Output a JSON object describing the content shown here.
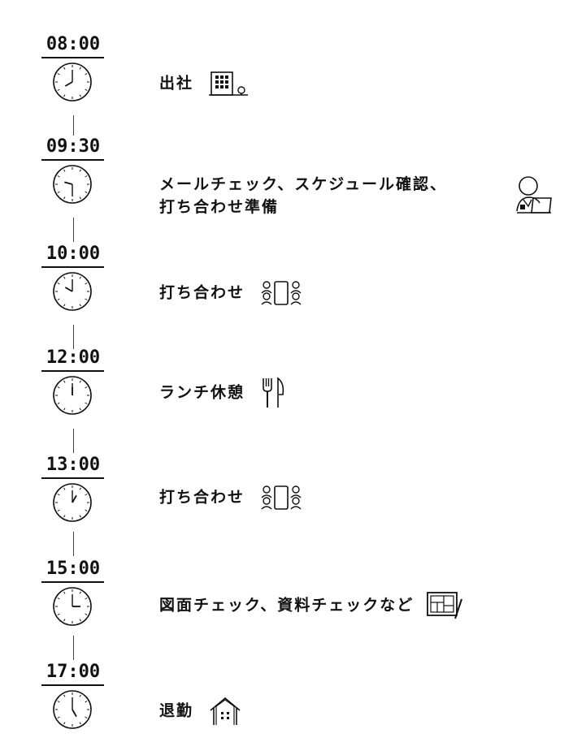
{
  "schedule": [
    {
      "time": "08:00",
      "activity": "出社",
      "icon": "office-building-icon",
      "hand_angle_h": 240,
      "hand_angle_m": 0
    },
    {
      "time": "09:30",
      "activity_lines": [
        "メールチェック、スケジュール確認、",
        "打ち合わせ準備"
      ],
      "icon": "person-at-laptop-icon"
    },
    {
      "time": "10:00",
      "activity": "打ち合わせ",
      "icon": "meeting-table-icon"
    },
    {
      "time": "12:00",
      "activity": "ランチ休憩",
      "icon": "fork-knife-icon"
    },
    {
      "time": "13:00",
      "activity": "打ち合わせ",
      "icon": "meeting-table-icon"
    },
    {
      "time": "15:00",
      "activity": "図面チェック、資料チェックなど",
      "icon": "blueprint-tablet-icon"
    },
    {
      "time": "17:00",
      "activity": "退勤",
      "icon": "house-icon"
    }
  ]
}
